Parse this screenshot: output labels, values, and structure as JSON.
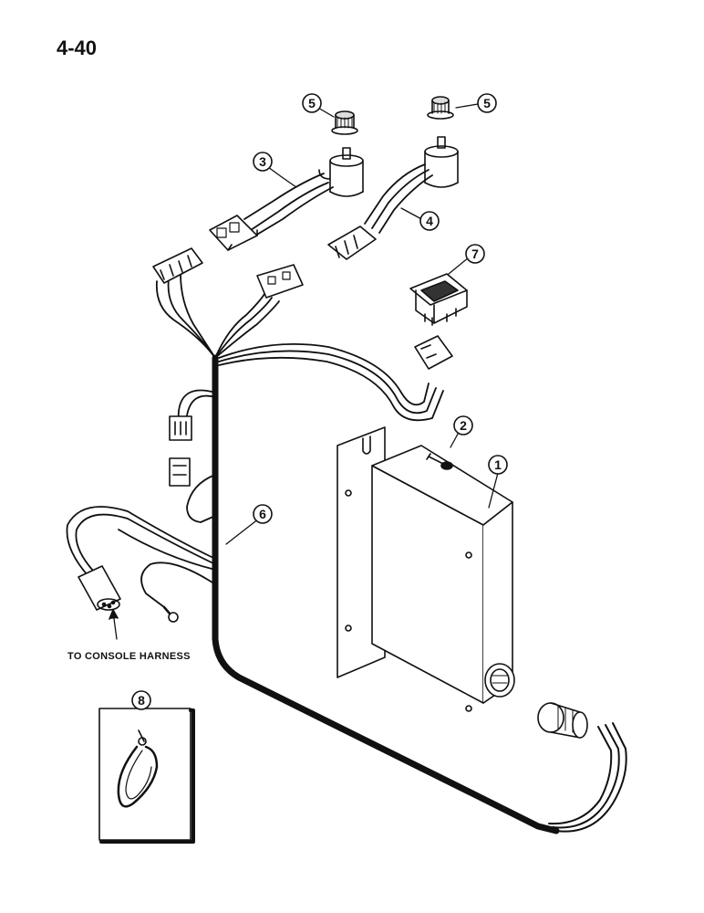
{
  "page_number": "4-40",
  "console_label": "TO CONSOLE HARNESS",
  "callouts": {
    "c1": "1",
    "c2": "2",
    "c3": "3",
    "c4": "4",
    "c5a": "5",
    "c5b": "5",
    "c6": "6",
    "c7": "7",
    "c8": "8"
  }
}
